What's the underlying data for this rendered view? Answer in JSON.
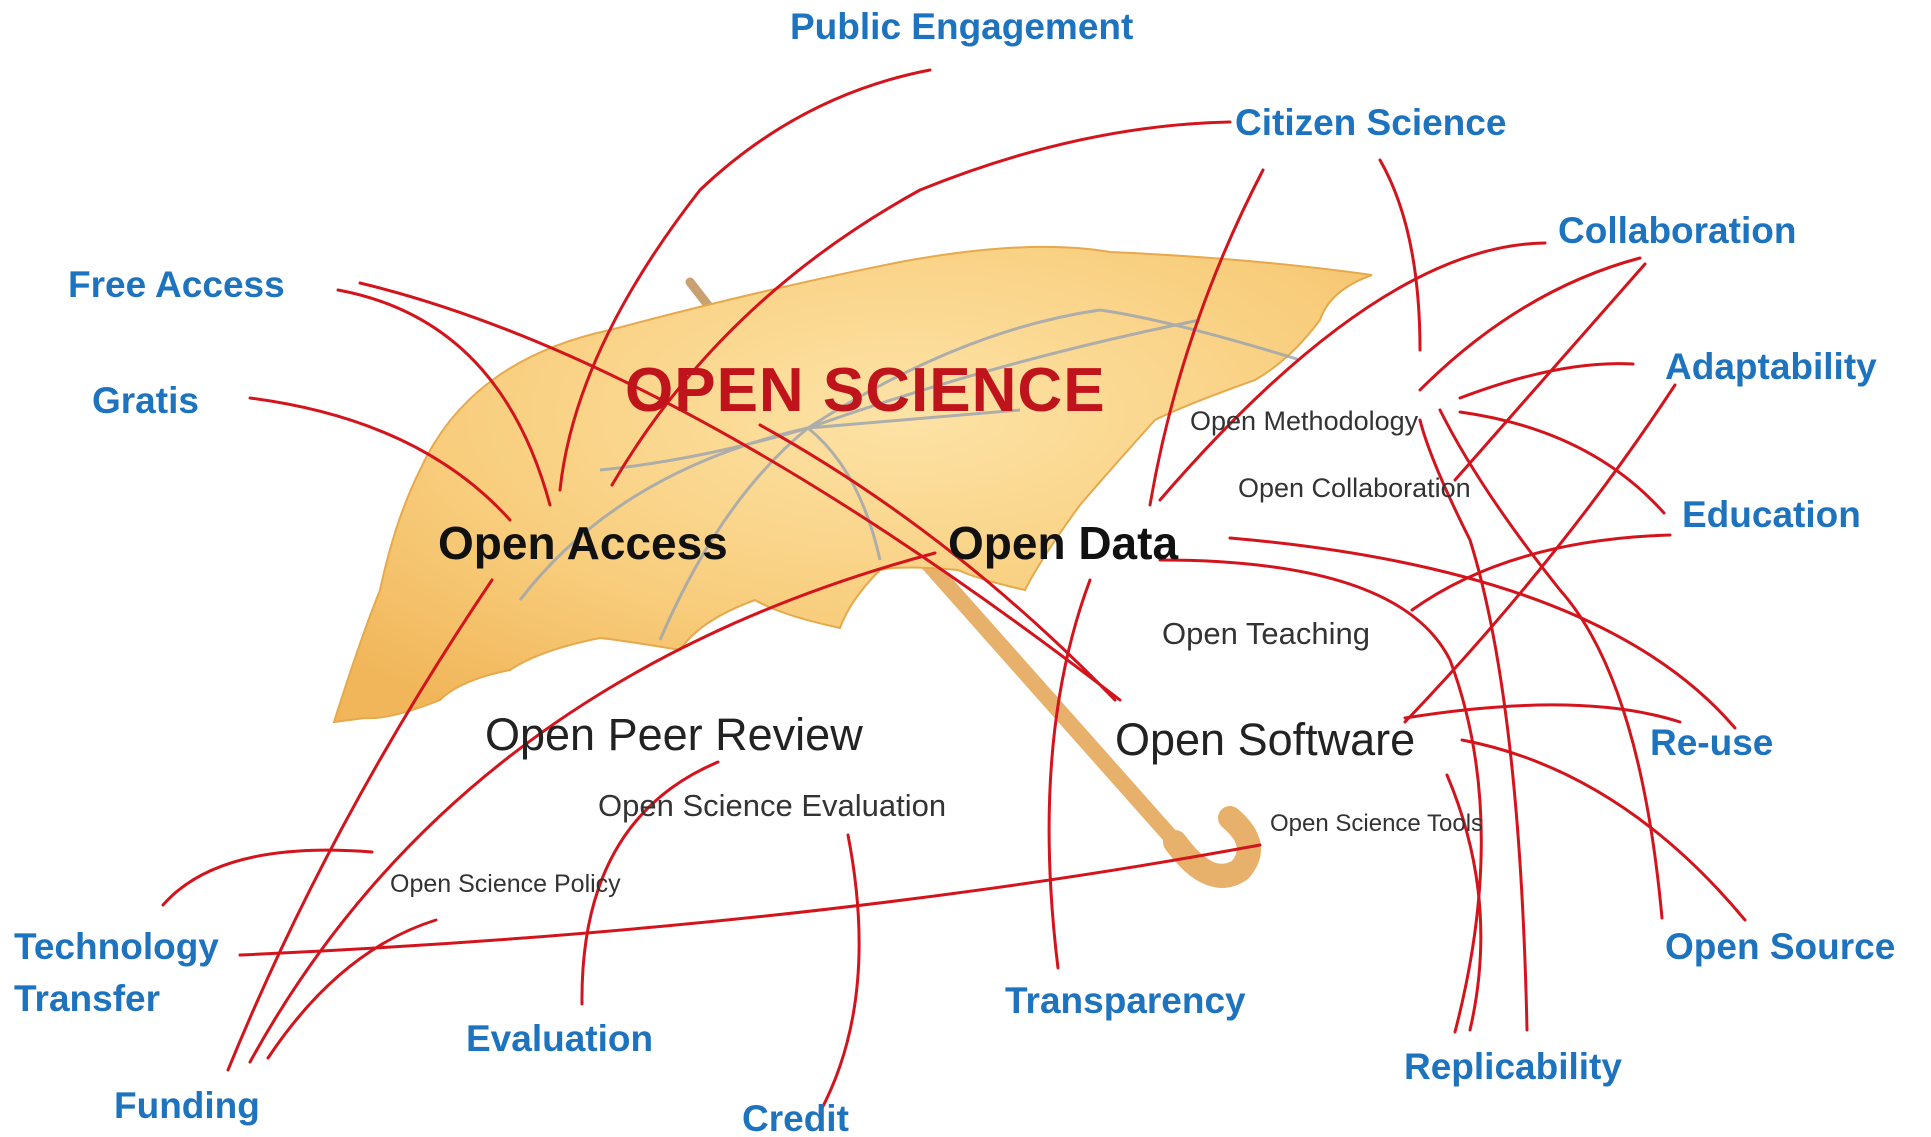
{
  "title": "OPEN SCIENCE",
  "colors": {
    "outer_label": "#1e73be",
    "title": "#c0141c",
    "arrow": "#d4141c",
    "umbrella_canopy": "#f7c870",
    "umbrella_handle": "#e9b26a"
  },
  "core": {
    "open_access": "Open Access",
    "open_data": "Open Data"
  },
  "sub": {
    "open_peer_review": "Open Peer Review",
    "open_software": "Open Software"
  },
  "small": {
    "open_methodology": "Open Methodology",
    "open_collaboration": "Open Collaboration",
    "open_teaching": "Open Teaching",
    "open_science_evaluation": "Open Science Evaluation",
    "open_science_tools": "Open Science Tools",
    "open_science_policy": "Open Science Policy"
  },
  "outer": {
    "public_engagement": "Public Engagement",
    "citizen_science": "Citizen Science",
    "collaboration": "Collaboration",
    "free_access": "Free Access",
    "gratis": "Gratis",
    "adaptability": "Adaptability",
    "education": "Education",
    "re_use": "Re-use",
    "open_source": "Open Source",
    "technology": "Technology",
    "transfer": "Transfer",
    "evaluation": "Evaluation",
    "funding": "Funding",
    "credit": "Credit",
    "transparency": "Transparency",
    "replicability": "Replicability"
  }
}
